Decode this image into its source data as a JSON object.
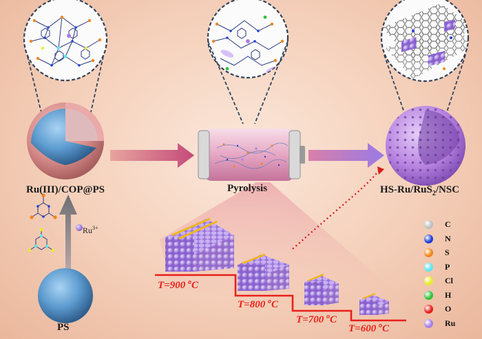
{
  "labels": {
    "precursor": "Ru(III)/COP@PS",
    "pyrolysis": "Pyrolysis",
    "product_prefix": "HS-Ru/RuS",
    "product_sub": "2",
    "product_suffix": "/NSC",
    "template": "PS",
    "ion_base": "Ru",
    "ion_charge": "3+"
  },
  "temperatures": [
    {
      "prefix": "T=900 ",
      "sup": "o",
      "suffix": "C"
    },
    {
      "prefix": "T=800 ",
      "sup": "o",
      "suffix": "C"
    },
    {
      "prefix": "T=700 ",
      "sup": "o",
      "suffix": "C"
    },
    {
      "prefix": "T=600 ",
      "sup": "o",
      "suffix": "C"
    }
  ],
  "legend": [
    {
      "symbol": "C",
      "color": "#bfbfbf"
    },
    {
      "symbol": "N",
      "color": "#1f3fd6"
    },
    {
      "symbol": "S",
      "color": "#f0861b"
    },
    {
      "symbol": "P",
      "color": "#5fe6ef"
    },
    {
      "symbol": "Cl",
      "color": "#e8ea2a"
    },
    {
      "symbol": "H",
      "color": "#2ec23a"
    },
    {
      "symbol": "O",
      "color": "#e81e1e"
    },
    {
      "symbol": "Ru",
      "color": "#a77fe4"
    }
  ],
  "colors": {
    "background": "#f4cfb9",
    "arrow": "#c54a7a",
    "temperature": "#e8201a",
    "ps_sphere": "#5e9cd0",
    "product_sphere": "#b783e0"
  }
}
